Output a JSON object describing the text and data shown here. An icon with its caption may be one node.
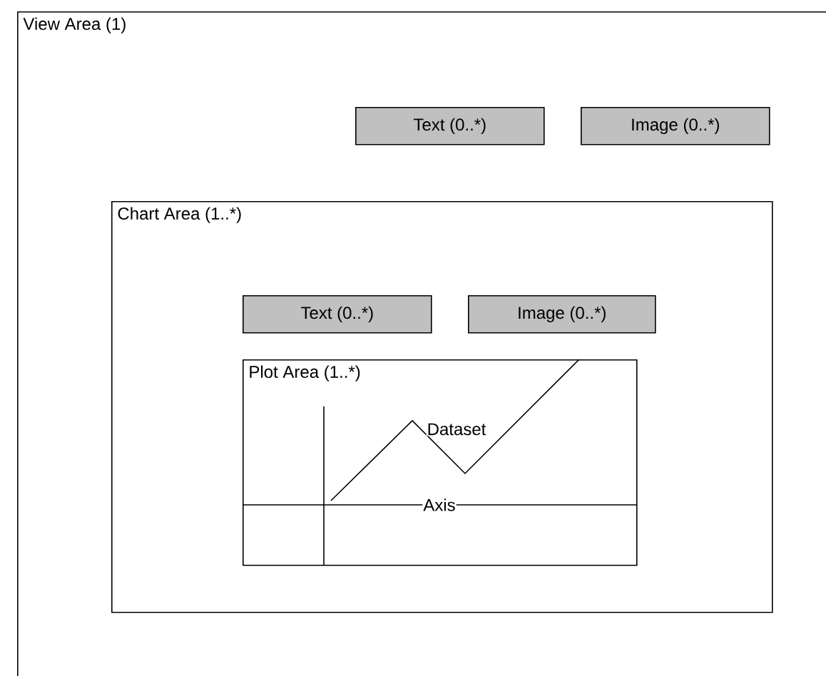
{
  "diagram": {
    "nodes": [
      {
        "text": [
          "View Area (1)"
        ]
      },
      {
        "text": [
          "Text (0..*)"
        ],
        "in": 0
      },
      {
        "text": [
          "Image (0..*)"
        ],
        "in": 0
      },
      {
        "text": [
          "Chart Area (1..*)"
        ],
        "in": 0
      },
      {
        "text": [
          "Text (0..*)"
        ],
        "in": 3
      },
      {
        "text": [
          "Image (0..*)"
        ],
        "in": 3
      },
      {
        "text": [
          "Plot Area (1..*)"
        ],
        "in": 3
      }
    ],
    "labels": [
      "Dataset",
      "Axis"
    ]
  }
}
